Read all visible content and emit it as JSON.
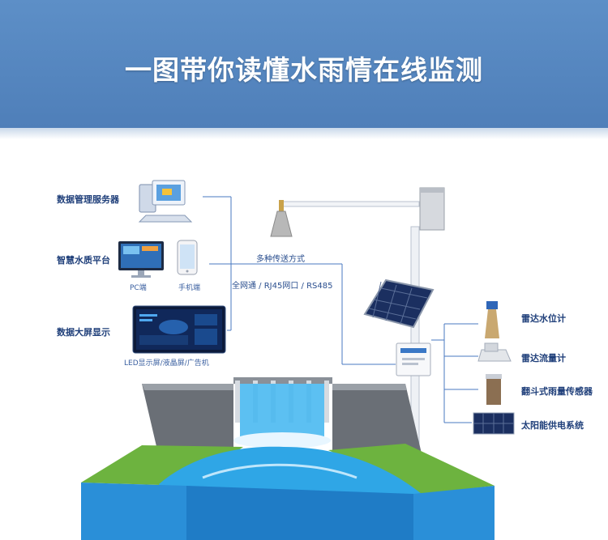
{
  "header": {
    "title": "一图带你读懂水雨情在线监测"
  },
  "left": {
    "server_label": "数据管理服务器",
    "platform_label": "智慧水质平台",
    "pc_caption": "PC端",
    "phone_caption": "手机端",
    "screen_label": "数据大屏显示",
    "screen_caption": "LED显示屏/液晶屏/广告机"
  },
  "transmission": {
    "title": "多种传送方式",
    "methods": "全网通 / RJ45网口 / RS485"
  },
  "sensors": {
    "radar_level": "雷达水位计",
    "radar_flow": "雷达流量计",
    "rain_gauge": "翻斗式雨量传感器",
    "solar": "太阳能供电系统"
  },
  "colors": {
    "header": "#5a8bc4",
    "label": "#1f3f7a",
    "line": "#4a78c0",
    "water": "#2fa6e6",
    "grass": "#6db33f"
  }
}
